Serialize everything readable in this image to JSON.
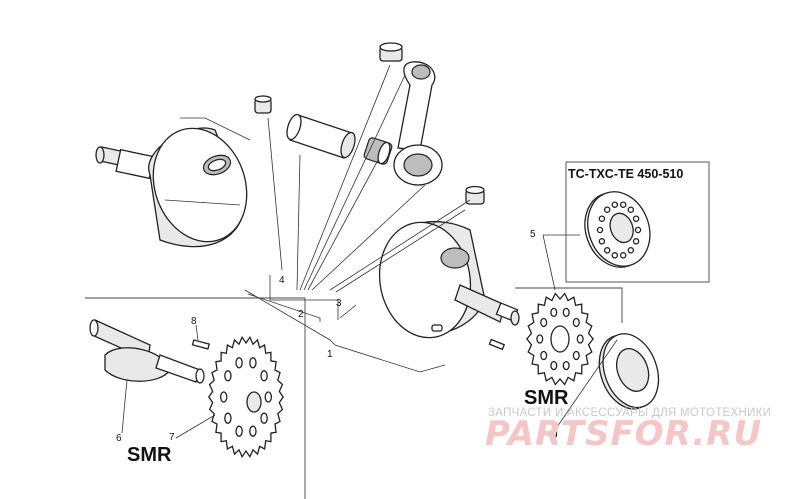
{
  "callouts": [
    "1",
    "2",
    "3",
    "4",
    "5",
    "6",
    "7",
    "8",
    "9"
  ],
  "variant_box_title": "TC-TXC-TE 450-510",
  "smr_labels": [
    "SMR",
    "SMR"
  ],
  "watermark": {
    "tagline": "ЗАПЧАСТИ И АКСЕССУАРЫ ДЛЯ МОТОТЕХНИКИ",
    "brand": "PARTSFOR.RU"
  },
  "colors": {
    "lines": "#222222",
    "watermark_brand": "#f4c6c6",
    "watermark_tagline": "#c9c9c9"
  }
}
